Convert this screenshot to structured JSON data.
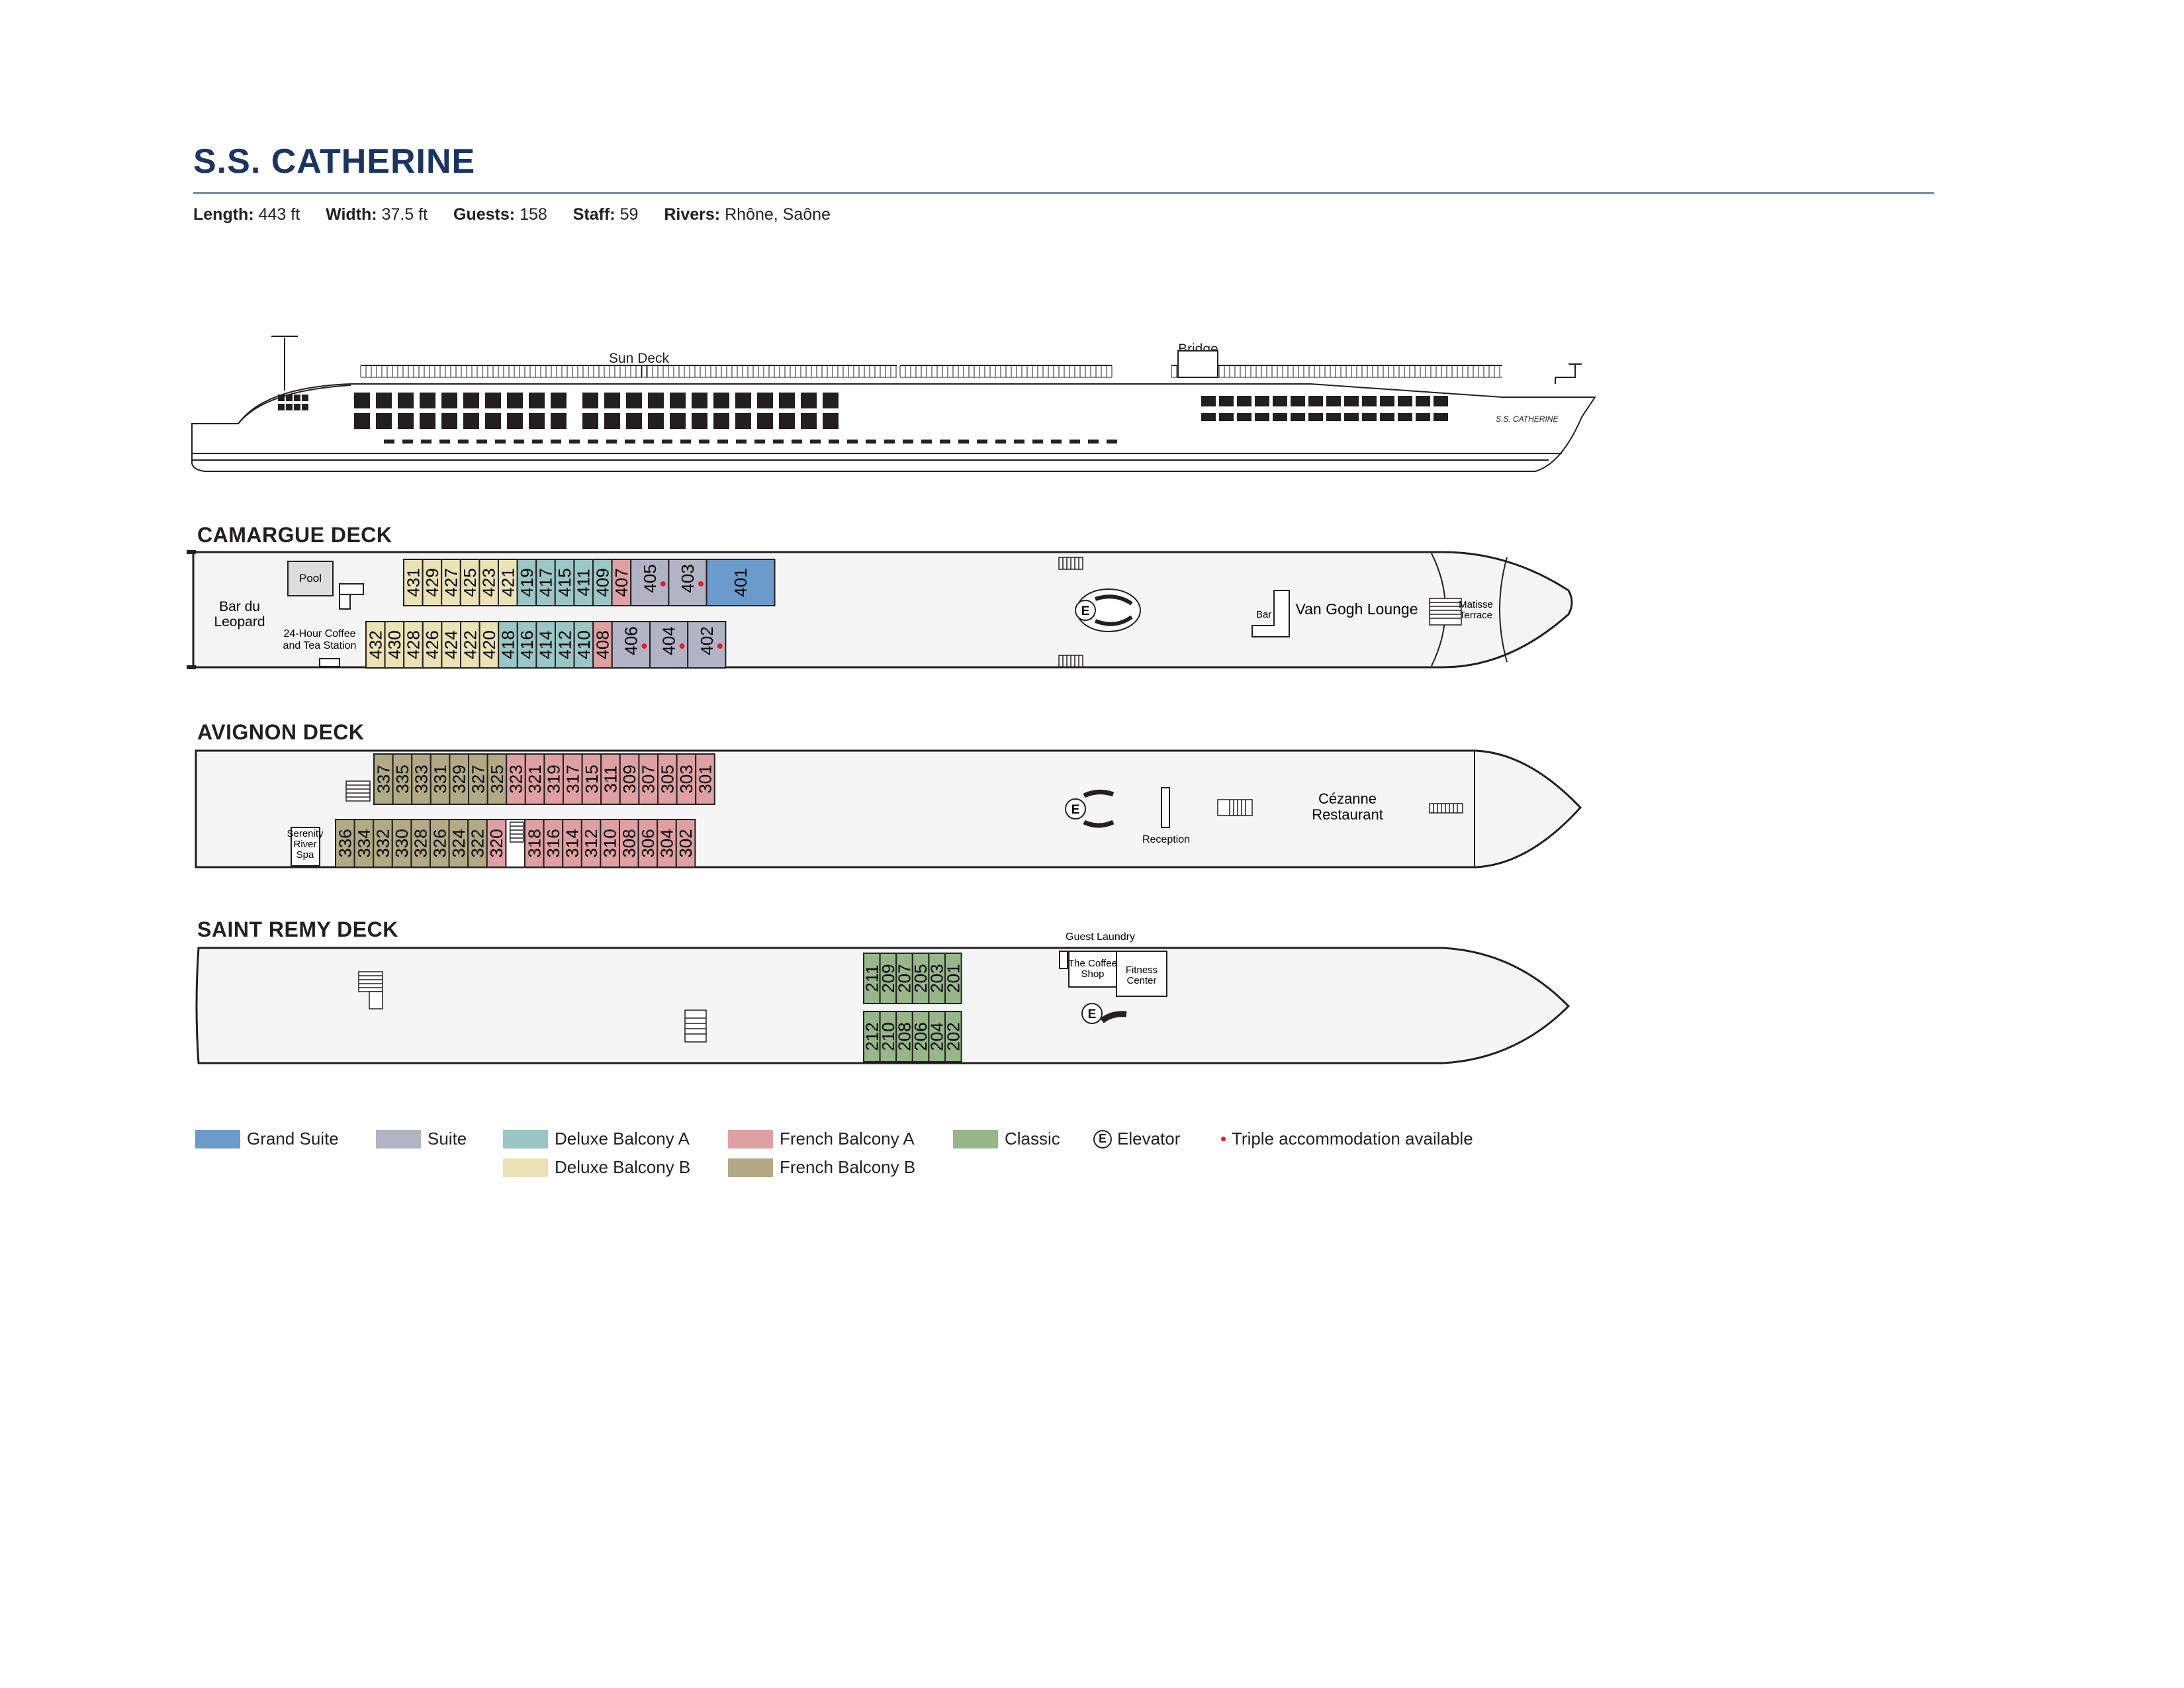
{
  "ship": {
    "name": "S.S. CATHERINE",
    "specs": [
      {
        "label": "Length:",
        "value": "443 ft"
      },
      {
        "label": "Width:",
        "value": "37.5 ft"
      },
      {
        "label": "Guests:",
        "value": "158"
      },
      {
        "label": "Staff:",
        "value": "59"
      },
      {
        "label": "Rivers:",
        "value": "Rhône, Saône"
      }
    ],
    "profile_labels": {
      "sun_deck": "Sun Deck",
      "bridge": "Bridge",
      "hull_name": "S.S. CATHERINE"
    }
  },
  "colors": {
    "grand_suite": "#6a9bcb",
    "suite": "#b2b4c6",
    "deluxe_a": "#9ac6c6",
    "deluxe_b": "#ebe2b6",
    "french_a": "#dfa0a3",
    "french_b": "#b1aa84",
    "classic": "#97b78b",
    "triple_dot": "#e0202a"
  },
  "decks": {
    "camargue": {
      "title": "CAMARGUE DECK",
      "pool": "Pool",
      "bar_du_leopard": [
        "Bar du",
        "Leopard"
      ],
      "coffee_station": [
        "24-Hour Coffee",
        "and Tea Station"
      ],
      "bar": "Bar",
      "van_gogh": "Van Gogh Lounge",
      "matisse": [
        "Matisse",
        "Terrace"
      ],
      "elevator": "E",
      "top_cabins": [
        {
          "n": "431",
          "c": "deluxe_b"
        },
        {
          "n": "429",
          "c": "deluxe_b"
        },
        {
          "n": "427",
          "c": "deluxe_b"
        },
        {
          "n": "425",
          "c": "deluxe_b"
        },
        {
          "n": "423",
          "c": "deluxe_b"
        },
        {
          "n": "421",
          "c": "deluxe_b"
        },
        {
          "n": "419",
          "c": "deluxe_a"
        },
        {
          "n": "417",
          "c": "deluxe_a"
        },
        {
          "n": "415",
          "c": "deluxe_a"
        },
        {
          "n": "411",
          "c": "deluxe_a"
        },
        {
          "n": "409",
          "c": "deluxe_a"
        },
        {
          "n": "407",
          "c": "french_a"
        },
        {
          "n": "405",
          "c": "suite",
          "t": true,
          "w": 2
        },
        {
          "n": "403",
          "c": "suite",
          "t": true,
          "w": 2
        },
        {
          "n": "401",
          "c": "grand_suite",
          "w": 3.6
        }
      ],
      "bottom_cabins": [
        {
          "n": "432",
          "c": "deluxe_b"
        },
        {
          "n": "430",
          "c": "deluxe_b"
        },
        {
          "n": "428",
          "c": "deluxe_b"
        },
        {
          "n": "426",
          "c": "deluxe_b"
        },
        {
          "n": "424",
          "c": "deluxe_b"
        },
        {
          "n": "422",
          "c": "deluxe_b"
        },
        {
          "n": "420",
          "c": "deluxe_b"
        },
        {
          "n": "418",
          "c": "deluxe_a"
        },
        {
          "n": "416",
          "c": "deluxe_a"
        },
        {
          "n": "414",
          "c": "deluxe_a"
        },
        {
          "n": "412",
          "c": "deluxe_a"
        },
        {
          "n": "410",
          "c": "deluxe_a"
        },
        {
          "n": "408",
          "c": "french_a"
        },
        {
          "n": "406",
          "c": "suite",
          "t": true,
          "w": 2
        },
        {
          "n": "404",
          "c": "suite",
          "t": true,
          "w": 2
        },
        {
          "n": "402",
          "c": "suite",
          "t": true,
          "w": 2
        }
      ]
    },
    "avignon": {
      "title": "AVIGNON DECK",
      "spa": [
        "Serenity",
        "River",
        "Spa"
      ],
      "reception": "Reception",
      "restaurant": [
        "Cézanne",
        "Restaurant"
      ],
      "elevator": "E",
      "top_cabins": [
        {
          "n": "337",
          "c": "french_b"
        },
        {
          "n": "335",
          "c": "french_b"
        },
        {
          "n": "333",
          "c": "french_b"
        },
        {
          "n": "331",
          "c": "french_b"
        },
        {
          "n": "329",
          "c": "french_b"
        },
        {
          "n": "327",
          "c": "french_b"
        },
        {
          "n": "325",
          "c": "french_b"
        },
        {
          "n": "323",
          "c": "french_a"
        },
        {
          "n": "321",
          "c": "french_a"
        },
        {
          "n": "319",
          "c": "french_a"
        },
        {
          "n": "317",
          "c": "french_a"
        },
        {
          "n": "315",
          "c": "french_a"
        },
        {
          "n": "311",
          "c": "french_a"
        },
        {
          "n": "309",
          "c": "french_a"
        },
        {
          "n": "307",
          "c": "french_a"
        },
        {
          "n": "305",
          "c": "french_a"
        },
        {
          "n": "303",
          "c": "french_a"
        },
        {
          "n": "301",
          "c": "french_a"
        }
      ],
      "bottom_cabins": [
        {
          "n": "336",
          "c": "french_b"
        },
        {
          "n": "334",
          "c": "french_b"
        },
        {
          "n": "332",
          "c": "french_b"
        },
        {
          "n": "330",
          "c": "french_b"
        },
        {
          "n": "328",
          "c": "french_b"
        },
        {
          "n": "326",
          "c": "french_b"
        },
        {
          "n": "324",
          "c": "french_b"
        },
        {
          "n": "322",
          "c": "french_b"
        },
        {
          "n": "320",
          "c": "french_a"
        },
        {
          "n": "",
          "c": "stair"
        },
        {
          "n": "318",
          "c": "french_a"
        },
        {
          "n": "316",
          "c": "french_a"
        },
        {
          "n": "314",
          "c": "french_a"
        },
        {
          "n": "312",
          "c": "french_a"
        },
        {
          "n": "310",
          "c": "french_a"
        },
        {
          "n": "308",
          "c": "french_a"
        },
        {
          "n": "306",
          "c": "french_a"
        },
        {
          "n": "304",
          "c": "french_a"
        },
        {
          "n": "302",
          "c": "french_a"
        }
      ]
    },
    "saint_remy": {
      "title": "SAINT REMY DECK",
      "guest_laundry": "Guest Laundry",
      "coffee_shop": [
        "The Coffee",
        "Shop"
      ],
      "fitness": [
        "Fitness",
        "Center"
      ],
      "elevator": "E",
      "top_cabins": [
        {
          "n": "211",
          "c": "classic"
        },
        {
          "n": "209",
          "c": "classic"
        },
        {
          "n": "207",
          "c": "classic"
        },
        {
          "n": "205",
          "c": "classic"
        },
        {
          "n": "203",
          "c": "classic"
        },
        {
          "n": "201",
          "c": "classic"
        }
      ],
      "bottom_cabins": [
        {
          "n": "212",
          "c": "classic"
        },
        {
          "n": "210",
          "c": "classic"
        },
        {
          "n": "208",
          "c": "classic"
        },
        {
          "n": "206",
          "c": "classic"
        },
        {
          "n": "204",
          "c": "classic"
        },
        {
          "n": "202",
          "c": "classic"
        }
      ]
    }
  },
  "legend": {
    "grand_suite": "Grand Suite",
    "suite": "Suite",
    "deluxe_a": "Deluxe Balcony A",
    "deluxe_b": "Deluxe Balcony B",
    "french_a": "French Balcony A",
    "french_b": "French Balcony B",
    "classic": "Classic",
    "elevator_symbol": "E",
    "elevator": "Elevator",
    "triple": "Triple accommodation available"
  }
}
